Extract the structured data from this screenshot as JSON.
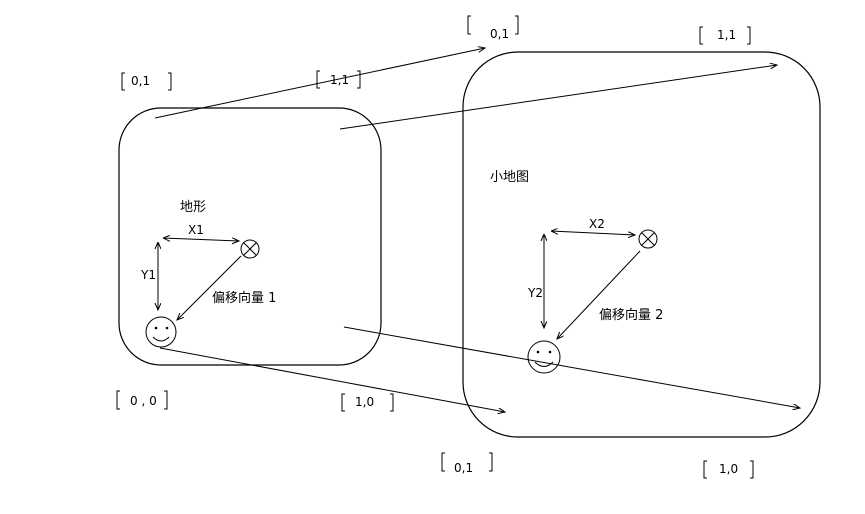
{
  "labels": {
    "terrain": "地形",
    "minimap": "小地图",
    "x1": "X1",
    "y1": "Y1",
    "x2": "X2",
    "y2": "Y2",
    "offset1": "偏移向量 1",
    "offset2": "偏移向量 2"
  },
  "terrain_corners": {
    "top_left": "0,1",
    "top_right": "1,1",
    "bottom_left": "0 , 0",
    "bottom_right": "1,0"
  },
  "minimap_corners": {
    "top_left": "0,1",
    "top_right": "1,1",
    "bottom_left": "0,1",
    "bottom_right": "1,0"
  },
  "icons": {
    "target": "crossed-circle-icon",
    "player": "smiley-icon"
  }
}
